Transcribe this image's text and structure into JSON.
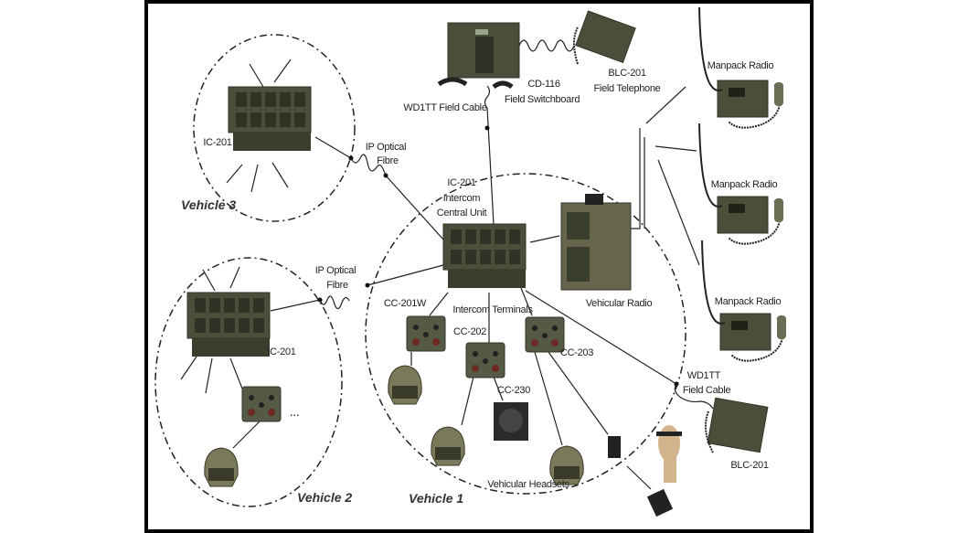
{
  "colors": {
    "device": "#4a4f3a",
    "device_dark": "#2f3326",
    "helmet": "#7a7a5a",
    "frame": "#000000"
  },
  "labels": {
    "ic201_v3": "IC-201",
    "vehicle3": "Vehicle 3",
    "ip_fibre_1_a": "IP Optical",
    "ip_fibre_1_b": "Fibre",
    "ip_fibre_2_a": "IP Optical",
    "ip_fibre_2_b": "Fibre",
    "cd116_a": "CD-116",
    "cd116_b": "Field Switchboard",
    "blc201_top_a": "BLC-201",
    "blc201_top_b": "Field Telephone",
    "wd1tt_top": "WD1TT Field Cable",
    "manpack_1": "Manpack Radio",
    "manpack_2": "Manpack Radio",
    "manpack_3": "Manpack Radio",
    "central_a": "IC-201",
    "central_b": "Intercom",
    "central_c": "Central Unit",
    "vehicular_radio": "Vehicular Radio",
    "ic201_v2": "IC-201",
    "ellipsis": "...",
    "vehicle2": "Vehicle 2",
    "cc201w": "CC-201W",
    "intercom_terminals": "Intercom  Terminals",
    "cc202": "CC-202",
    "cc203": "CC-203",
    "cc230": "CC-230",
    "vehicular_headsets": "Vehicular Headsets",
    "vehicle1": "Vehicle 1",
    "wd1tt_bottom_a": "WD1TT",
    "wd1tt_bottom_b": "Field Cable",
    "blc201_bottom": "BLC-201"
  }
}
